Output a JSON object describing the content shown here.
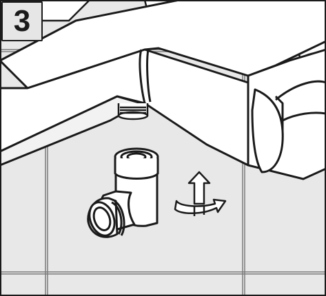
{
  "step": {
    "number": "3"
  },
  "illustration": {
    "parts": [
      "wall-tiles",
      "shower-mixer-body",
      "thermostat-handle",
      "water-outlet",
      "elbow-connector",
      "rotation-arrow-icon"
    ]
  },
  "colors": {
    "background": "#e8e8e8",
    "line": "#1a1a1a",
    "part_fill": "#ffffff",
    "badge_fill": "#e6e6e6"
  }
}
